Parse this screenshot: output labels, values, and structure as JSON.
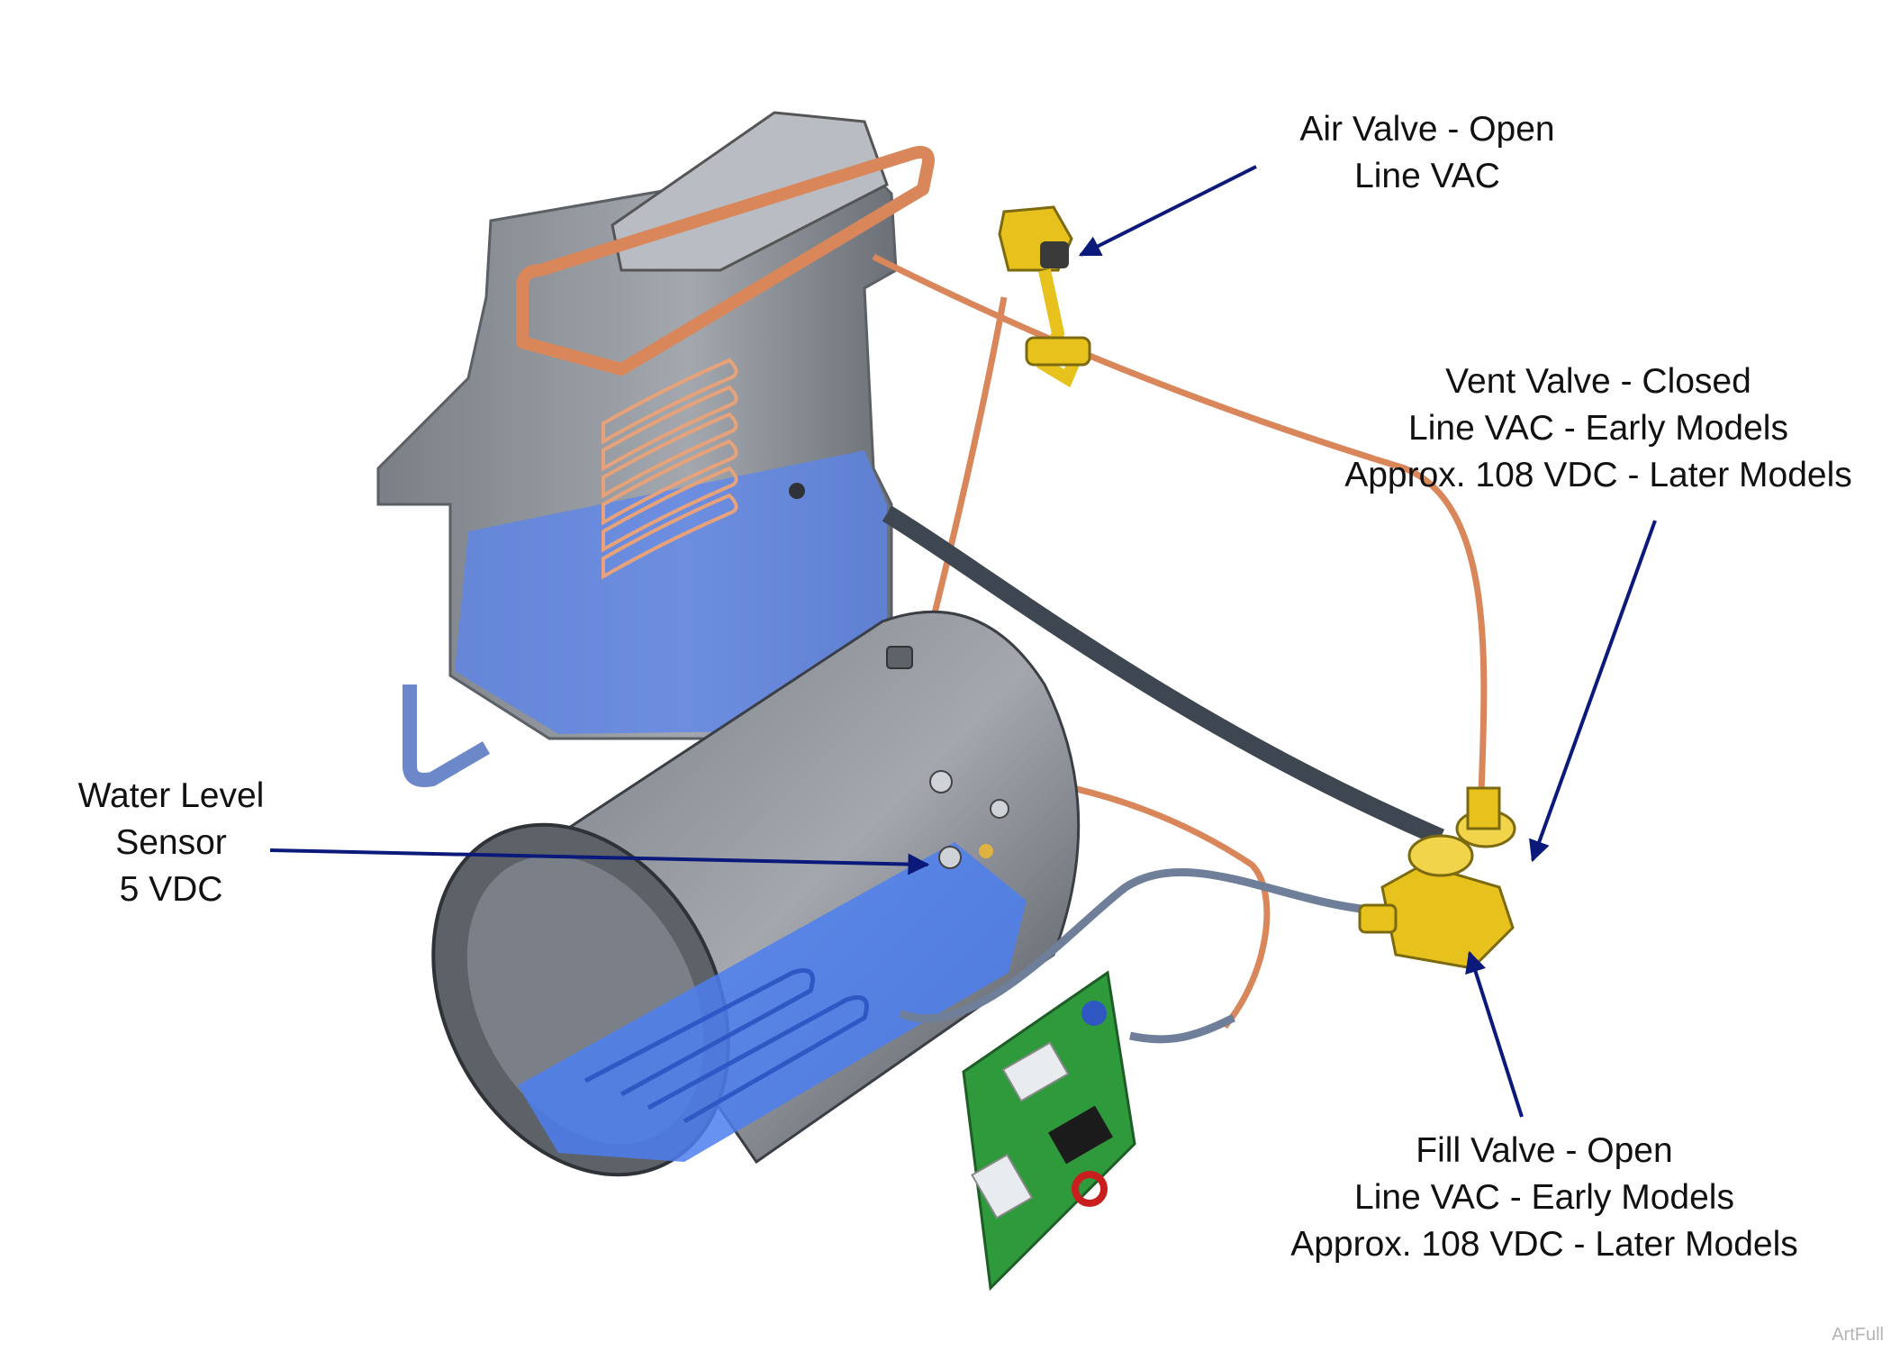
{
  "labels": {
    "air_valve": [
      "Air Valve - Open",
      "Line VAC"
    ],
    "vent_valve": [
      "Vent Valve - Closed",
      "Line VAC - Early Models",
      "Approx. 108 VDC - Later Models"
    ],
    "water_level_sensor": [
      "Water Level",
      "Sensor",
      "5 VDC"
    ],
    "fill_valve": [
      "Fill Valve - Open",
      "Line VAC - Early Models",
      "Approx. 108 VDC - Later Models"
    ]
  },
  "watermark": "ArtFull",
  "colors": {
    "arrow": "#0b1a7a",
    "water": "#5b86f0",
    "copper": "#d9875a",
    "brass": "#e8c21c",
    "pcb": "#2e9a3c",
    "housing": "#8f949c"
  }
}
